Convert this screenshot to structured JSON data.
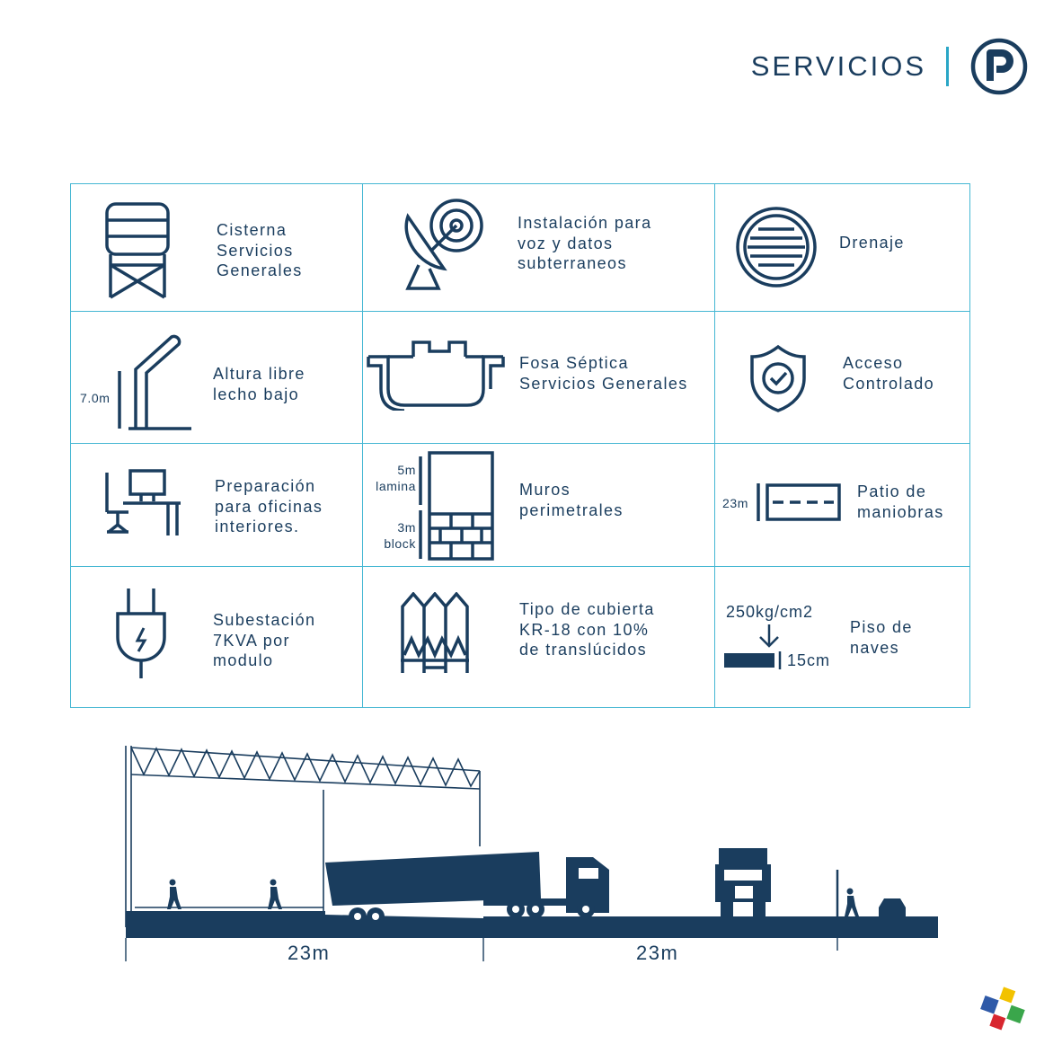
{
  "header": {
    "title": "SERVICIOS",
    "logo_icon": "p-circle-icon"
  },
  "colors": {
    "navy": "#1a3d5e",
    "accent": "#2aa6c6",
    "grid_line": "#45b7d3"
  },
  "services": [
    {
      "icon": "water-tower-icon",
      "label": "Cisterna\nServicios\nGenerales"
    },
    {
      "icon": "satellite-dish-icon",
      "label": "Instalación para\nvoz y datos\nsubterraneos"
    },
    {
      "icon": "drain-cover-icon",
      "label": "Drenaje"
    },
    {
      "icon": "street-lamp-icon",
      "label": "Altura libre\nlecho bajo",
      "dimension": "7.0m"
    },
    {
      "icon": "septic-tank-icon",
      "label": "Fosa Séptica\nServicios Generales"
    },
    {
      "icon": "shield-check-icon",
      "label": "Acceso\nControlado"
    },
    {
      "icon": "office-desk-icon",
      "label": "Preparación\npara oficinas\ninteriores."
    },
    {
      "icon": "wall-icon",
      "label": "Muros\nperimetrales",
      "upper_label": "5m\nlamina",
      "lower_label": "3m\nblock"
    },
    {
      "icon": "road-icon",
      "label": "Patio de\nmaniobras",
      "dimension": "23m"
    },
    {
      "icon": "power-plug-icon",
      "label": "Subestación\n7KVA por\nmodulo"
    },
    {
      "icon": "roof-panels-icon",
      "label": "Tipo de cubierta\nKR-18 con 10%\nde translúcidos"
    },
    {
      "icon": "floor-slab-icon",
      "label": "Piso de\nnaves",
      "load": "250kg/cm2",
      "thickness": "15cm"
    }
  ],
  "section": {
    "left_dimension": "23m",
    "right_dimension": "23m"
  }
}
